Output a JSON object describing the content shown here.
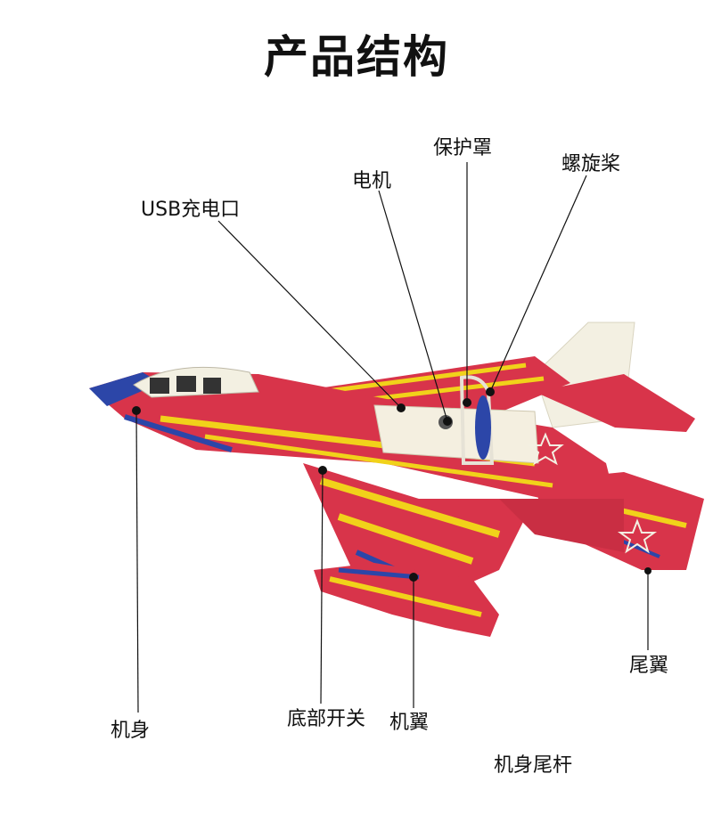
{
  "title": "产品结构",
  "labels": {
    "usb_port": "USB充电口",
    "motor": "电机",
    "guard": "保护罩",
    "propeller": "螺旋桨",
    "fuselage": "机身",
    "bottom_switch": "底部开关",
    "wing": "机翼",
    "tail_boom": "机身尾杆",
    "tail_wing": "尾翼"
  },
  "colors": {
    "body_red": "#d8344a",
    "stripe_yellow": "#f1d21a",
    "accent_blue": "#2c46a8",
    "tail_cream": "#f3f0e2"
  }
}
